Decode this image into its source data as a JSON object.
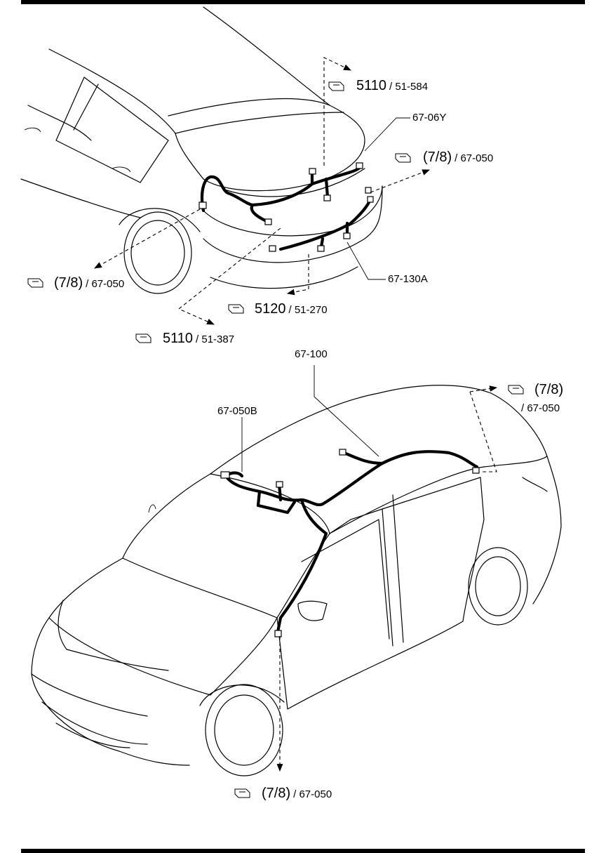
{
  "refs": [
    {
      "id": "r1",
      "main": "5110",
      "sub": "/ 51-584"
    },
    {
      "id": "r2",
      "main": "(7/8)",
      "sub": "/ 67-050"
    },
    {
      "id": "r3",
      "main": "(7/8)",
      "sub": "/ 67-050"
    },
    {
      "id": "r4",
      "main": "5120",
      "sub": "/ 51-270"
    },
    {
      "id": "r5",
      "main": "5110",
      "sub": "/ 51-387"
    },
    {
      "id": "r6",
      "main": "(7/8)",
      "sub": "/ 67-050"
    },
    {
      "id": "r7",
      "main": "(7/8)",
      "sub": "/ 67-050"
    }
  ],
  "parts": {
    "p1": "67-06Y",
    "p2": "67-130A",
    "p3": "67-100",
    "p4": "67-050B"
  }
}
